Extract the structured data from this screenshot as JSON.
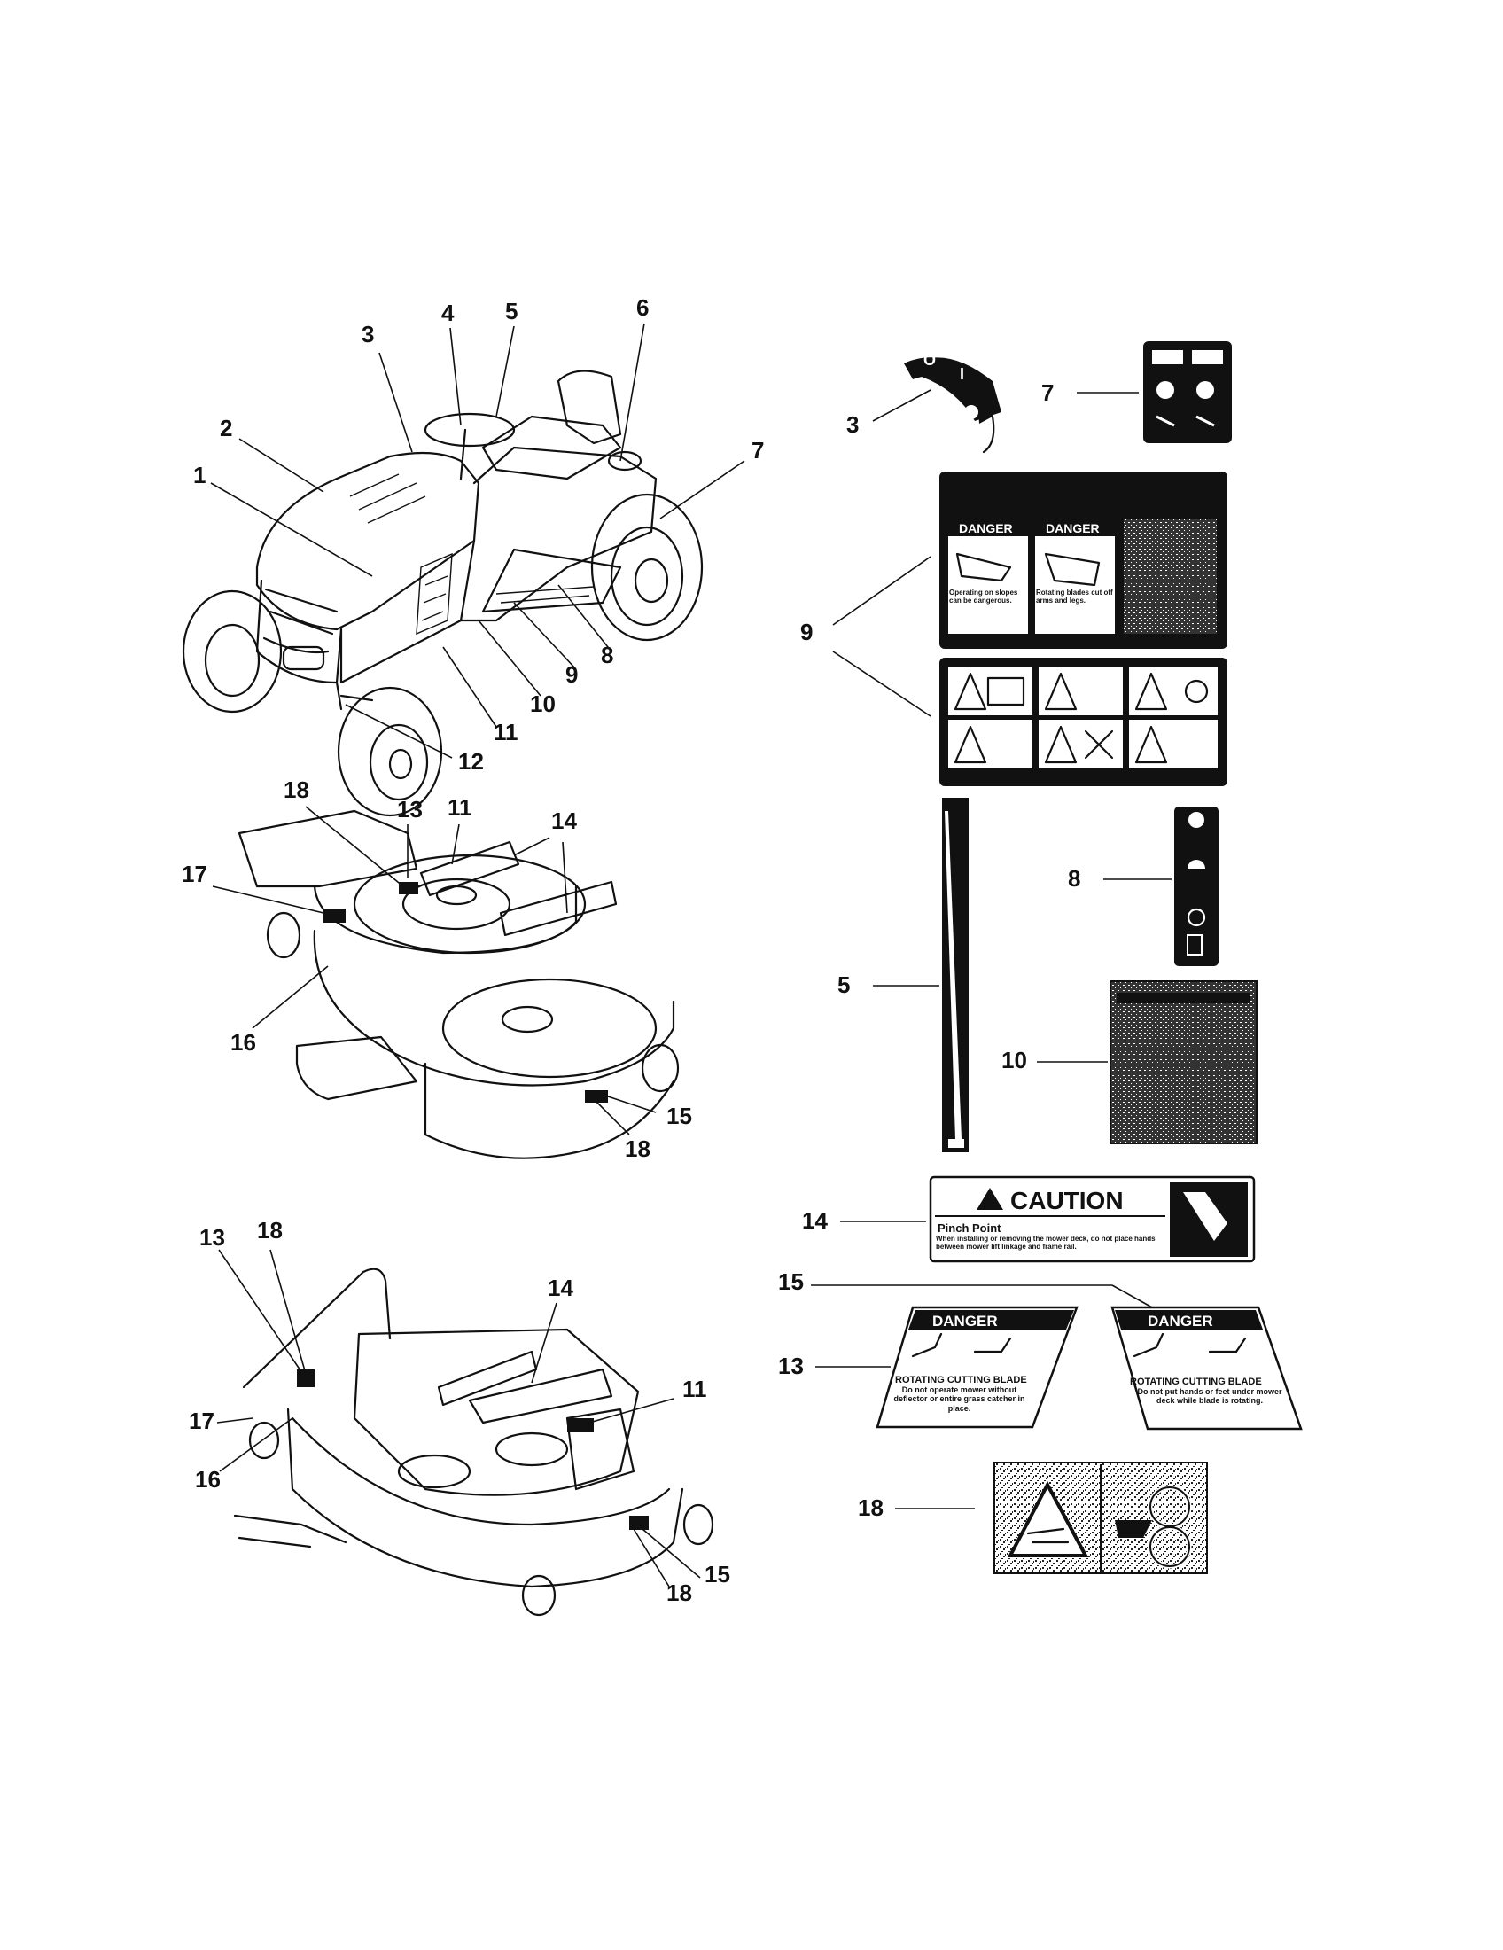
{
  "callouts": {
    "tractor": [
      "1",
      "2",
      "3",
      "4",
      "5",
      "6",
      "7",
      "8",
      "9",
      "10",
      "11",
      "12"
    ],
    "deck_upper": [
      "18",
      "13",
      "11",
      "14",
      "17",
      "16",
      "15",
      "18"
    ],
    "deck_lower": [
      "13",
      "18",
      "14",
      "11",
      "17",
      "16",
      "15",
      "18"
    ],
    "decals": [
      "3",
      "7",
      "9",
      "5",
      "8",
      "10",
      "14",
      "15",
      "13",
      "18"
    ]
  },
  "decal_9": {
    "danger_left": "DANGER",
    "danger_right": "DANGER",
    "left_caption": "Operating on slopes can be dangerous.",
    "right_caption": "Rotating blades cut off arms and legs."
  },
  "decal_14": {
    "heading": "CAUTION",
    "subheading": "Pinch Point",
    "body": "When installing or removing the mower deck, do not place hands between mower lift linkage and frame rail."
  },
  "decal_13": {
    "heading": "DANGER",
    "title": "ROTATING CUTTING BLADE",
    "body": "Do not operate mower without deflector or entire grass catcher in place."
  },
  "decal_15": {
    "heading": "DANGER",
    "title": "ROTATING CUTTING BLADE",
    "body": "Do not put hands or feet under mower deck while blade is rotating."
  },
  "decal_3": {
    "off": "O",
    "on": "I"
  },
  "colors": {
    "ink": "#111111",
    "paper": "#ffffff",
    "decal_bg": "#111111"
  }
}
